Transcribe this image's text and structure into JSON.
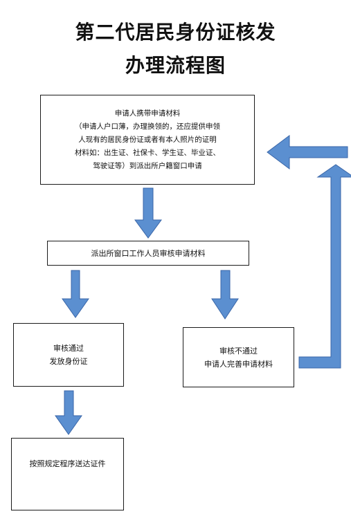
{
  "title": {
    "line1": "第二代居民身份证核发",
    "line2": "办理流程图"
  },
  "steps": {
    "apply": {
      "lines": [
        "申请人携带申请材料",
        "（申请人户口薄，办理换领的，还应提供申领",
        "人现有的居民身份证或者有本人照片的证明",
        "材料如：出生证、社保卡、学生证、毕业证、",
        "驾驶证等）到派出所户籍窗口申请"
      ]
    },
    "review": {
      "lines": [
        "派出所窗口工作人员审核申请材料"
      ]
    },
    "pass": {
      "lines": [
        "审核通过",
        "发放身份证"
      ]
    },
    "fail": {
      "lines": [
        "审核不通过",
        "申请人完善申请材料"
      ]
    },
    "deliver": {
      "lines": [
        "按照规定程序送达证件"
      ]
    }
  },
  "colors": {
    "arrow_fill": "#5b8fd0",
    "arrow_stroke": "#3a66a8",
    "box_border": "#1a1a1a"
  }
}
